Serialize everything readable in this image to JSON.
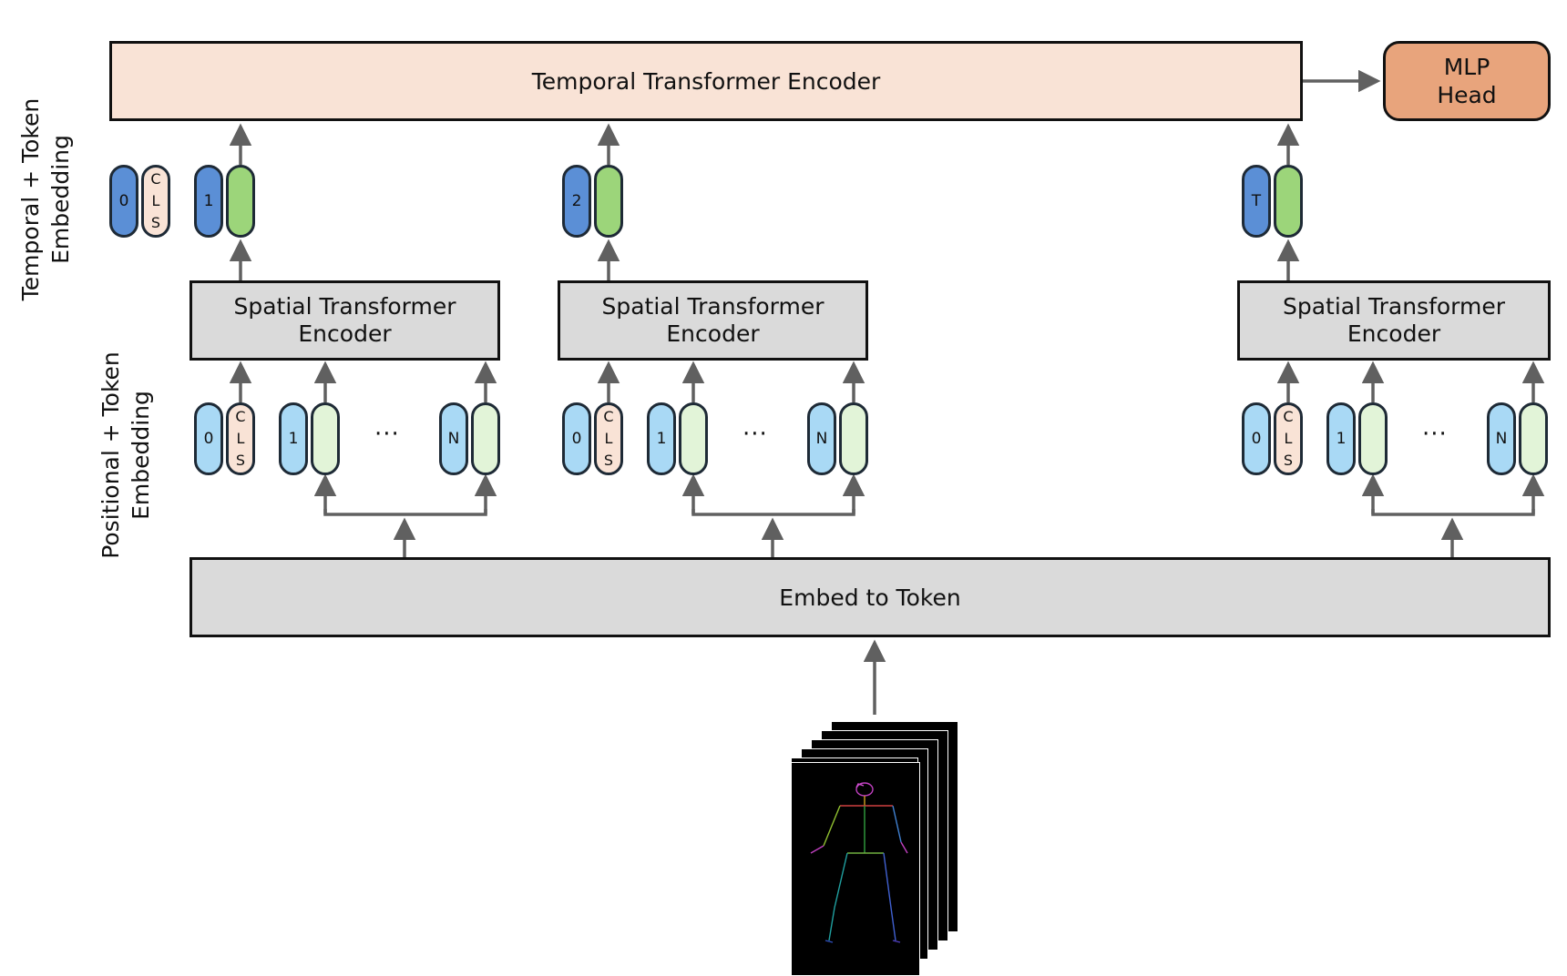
{
  "temporal_encoder": {
    "label": "Temporal Transformer Encoder"
  },
  "mlp_head": {
    "line1": "MLP",
    "line2": "Head"
  },
  "spatial_encoder": {
    "line1": "Spatial Transformer",
    "line2": "Encoder"
  },
  "embed": {
    "label": "Embed to Token"
  },
  "side_labels": {
    "temporal": {
      "line1": "Temporal + Token",
      "line2": "Embedding"
    },
    "positional": {
      "line1": "Positional + Token",
      "line2": "Embedding"
    }
  },
  "temporal_tokens": {
    "zero": "0",
    "cls_letters": [
      "C",
      "L",
      "S"
    ],
    "frame_indices": [
      "1",
      "2",
      "T"
    ]
  },
  "spatial_tokens": {
    "zero": "0",
    "cls_letters": [
      "C",
      "L",
      "S"
    ],
    "first": "1",
    "last": "N",
    "ellipsis": "···"
  },
  "colors": {
    "temporal_encoder_fill": "#f9e3d6",
    "mlp_head_fill": "#e8a47c",
    "encoder_gray": "#dadada",
    "temporal_index_token": "#5b8fd6",
    "temporal_feature_token": "#9cd57a",
    "spatial_index_token": "#a9d9f5",
    "spatial_feature_token": "#e2f4d8",
    "cls_token": "#f9e3d6",
    "arrow": "#606060"
  }
}
